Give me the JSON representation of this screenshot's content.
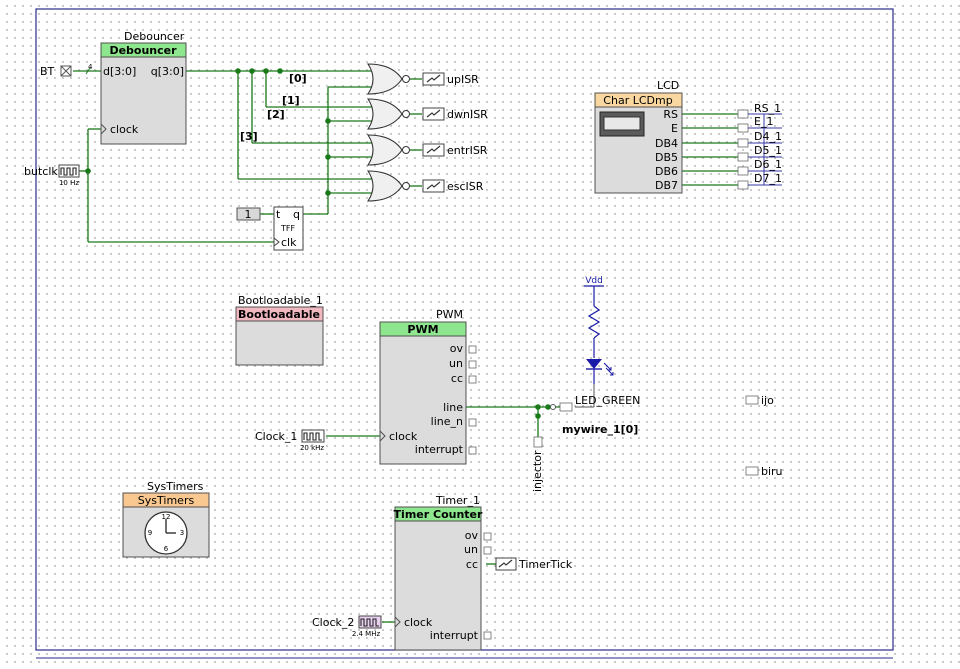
{
  "components": {
    "debouncer": {
      "instance": "Debouncer",
      "header": "Debouncer",
      "pin_d": "d[3:0]",
      "pin_q": "q[3:0]",
      "pin_clock": "clock"
    },
    "bt": {
      "label": "BT",
      "bus_width": "4"
    },
    "butclk": {
      "label": "butclk",
      "freq": "10 Hz"
    },
    "bits": {
      "b0": "[0]",
      "b1": "[1]",
      "b2": "[2]",
      "b3": "[3]"
    },
    "outputs": {
      "upisr": "upISR",
      "dwnisr": "dwnISR",
      "entrisr": "entrISR",
      "escisr": "escISR"
    },
    "tff": {
      "const": "1",
      "t": "t",
      "q": "q",
      "name": "TFF",
      "clk": "clk"
    },
    "lcd": {
      "instance": "LCD",
      "header": "Char LCDmp",
      "pins": [
        "RS",
        "E",
        "DB4",
        "DB5",
        "DB6",
        "DB7"
      ],
      "ports": [
        "RS_1",
        "E_1",
        "D4_1",
        "D5_1",
        "D6_1",
        "D7_1"
      ]
    },
    "bootloadable": {
      "instance": "Bootloadable_1",
      "header": "Bootloadable"
    },
    "pwm": {
      "instance": "PWM",
      "header": "PWM",
      "pins": [
        "ov",
        "un",
        "cc",
        "line",
        "line_n",
        "interrupt"
      ],
      "clock_pin": "clock"
    },
    "clock1": {
      "label": "Clock_1",
      "freq": "20 kHz"
    },
    "vdd": {
      "label": "Vdd"
    },
    "led": {
      "port": "LED_GREEN",
      "wire_label": "mywire_1[0]",
      "injector": "injector"
    },
    "ports_misc": {
      "ijo": "ijo",
      "biru": "biru"
    },
    "systimers": {
      "instance": "SysTimers",
      "header": "SysTimers",
      "n12": "12",
      "n3": "3",
      "n6": "6",
      "n9": "9"
    },
    "timer": {
      "instance": "Timer_1",
      "header": "Timer Counter",
      "pins": [
        "ov",
        "un",
        "cc",
        "interrupt"
      ],
      "clock_pin": "clock",
      "cc_out": "TimerTick"
    },
    "clock2": {
      "label": "Clock_2",
      "freq": "2.4 MHz"
    }
  },
  "colors": {
    "green_header": "#8ee68e",
    "pink_header": "#f2b8c0",
    "orange_header": "#f8c890",
    "lcd_header": "#f8d8a0",
    "wire": "#1a7a1a",
    "vdd_blue": "#1a1aa8"
  }
}
